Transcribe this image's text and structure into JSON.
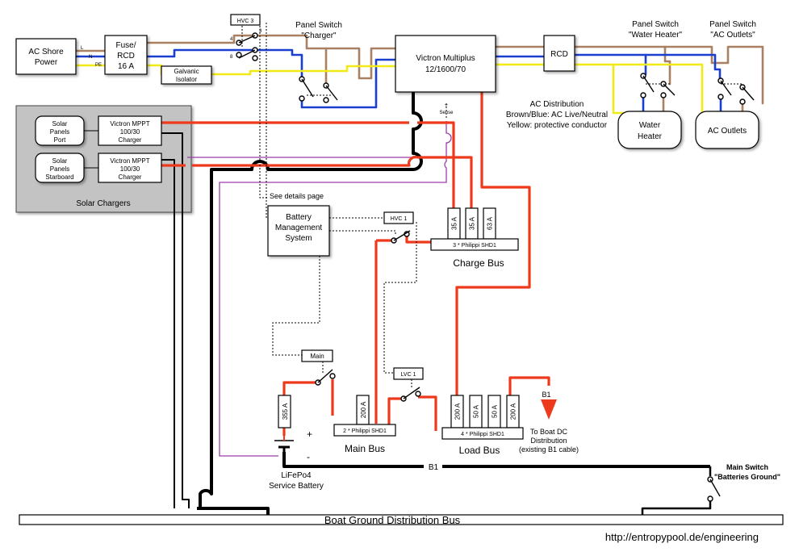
{
  "colors": {
    "live_neutral_brown": "#a98061",
    "neutral_blue": "#1a3ecf",
    "protective_yellow": "#f2ea16",
    "dc_positive_red": "#ee3a1c",
    "ground_black": "#000000",
    "sense_purple": "#9a3fa8",
    "panel_gray": "#c3c3c3"
  },
  "ac": {
    "shore_power": [
      "AC Shore",
      "Power"
    ],
    "wire_l": "L",
    "wire_n": "N",
    "wire_pe": "PE",
    "fuse_rcd": [
      "Fuse/",
      "RCD",
      "16 A"
    ],
    "galvanic": [
      "Galvanic",
      "Isolator"
    ],
    "hvc3": "HVC 3",
    "hvc3_pin4": "4",
    "hvc3_pin3": "3",
    "hvc3_pin8": "8",
    "switch_charger": [
      "Panel Switch",
      "\"Charger\""
    ],
    "multiplus": [
      "Victron Multiplus",
      "12/1600/70"
    ],
    "rcd": "RCD",
    "switch_water": [
      "Panel Switch",
      "\"Water Heater\""
    ],
    "switch_outlets": [
      "Panel Switch",
      "\"AC Outlets\""
    ],
    "legend": [
      "AC Distribution",
      "Brown/Blue: AC Live/Neutral",
      "Yellow: protective conductor"
    ],
    "water_heater": [
      "Water",
      "Heater"
    ],
    "ac_outlets": "AC Outlets",
    "t_sense": [
      "T",
      "Sense"
    ]
  },
  "solar": {
    "port_panels": [
      "Solar",
      "Panels",
      "Port"
    ],
    "starboard_panels": [
      "Solar",
      "Panels",
      "Starboard"
    ],
    "mppt_port": [
      "Victron MPPT",
      "100/30",
      "Charger"
    ],
    "mppt_starboard": [
      "Victron MPPT",
      "100/30",
      "Charger"
    ],
    "group_label": "Solar Chargers"
  },
  "dc": {
    "see_details": "See details page",
    "bms": [
      "Battery",
      "Management",
      "System"
    ],
    "hvc1": "HVC 1",
    "charge_fuses": [
      "35 A",
      "35 A",
      "63 A"
    ],
    "charge_bus_bar": "3 * Philippi SHD1",
    "charge_bus": "Charge Bus",
    "main_label": "Main",
    "lvc1": "LVC 1",
    "battery_fuse": "355 A",
    "main_fuse": "200 A",
    "main_bus_bar": "2 * Philippi SHD1",
    "main_bus": "Main Bus",
    "load_fuses": [
      "200 A",
      "50 A",
      "50 A",
      "200 A"
    ],
    "load_bus_bar": "4 * Philippi SHD1",
    "load_bus": "Load Bus",
    "b1_arrow": "B1",
    "to_boat": [
      "To Boat DC",
      "Distribution",
      "(existing B1 cable)"
    ],
    "plus": "+",
    "minus": "-",
    "battery": [
      "LiFePo4",
      "Service Battery"
    ],
    "b1_cable": "B1",
    "main_switch": [
      "Main Switch",
      "\"Batteries Ground\""
    ],
    "ground_bus": "Boat Ground Distribution Bus",
    "url": "http://entropypool.de/engineering"
  }
}
